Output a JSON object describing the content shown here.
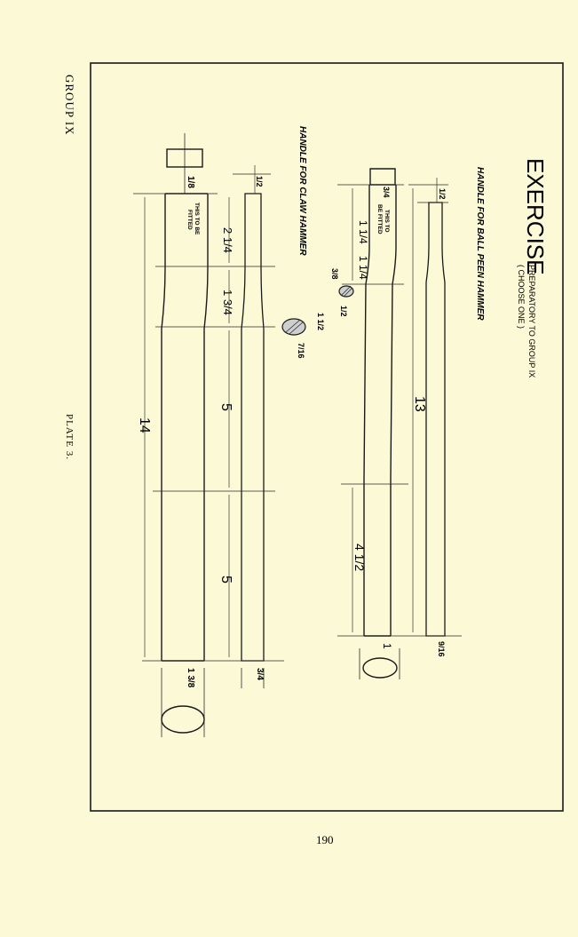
{
  "margin": {
    "group_label": "GROUP IX",
    "plate_label": "PLATE 3."
  },
  "page_number": "190",
  "title": {
    "main": "EXERCISE",
    "sub1": "PREPARATORY TO GROUP IX",
    "sub2": "( CHOOSE ONE )"
  },
  "ball_peen": {
    "title": "HANDLE FOR BALL PEEN HAMMER",
    "note_line1": "THIS TO",
    "note_line2": "BE FITTED",
    "dims": {
      "top_end": "3/4",
      "side_top": "1/2",
      "a": "1 1/4",
      "b": "1 1/4",
      "section_small_w": "3/8",
      "section_small_h": "1/2",
      "section_large_w": "7/16",
      "section_large_h": "1 1/2",
      "total": "13",
      "end_length": "4 1/2",
      "end_width": "1",
      "end_thick": "9/16"
    }
  },
  "claw": {
    "title": "HANDLE FOR CLAW HAMMER",
    "note_line1": "THIS TO BE",
    "note_line2": "FITTED",
    "dims": {
      "top_end": "1/8",
      "side_top": "1/2",
      "a": "2 1/4",
      "b": "1 3/4",
      "c": "5",
      "d": "5",
      "total": "14",
      "end_width": "1 3/8",
      "end_thick": "3/4"
    }
  }
}
